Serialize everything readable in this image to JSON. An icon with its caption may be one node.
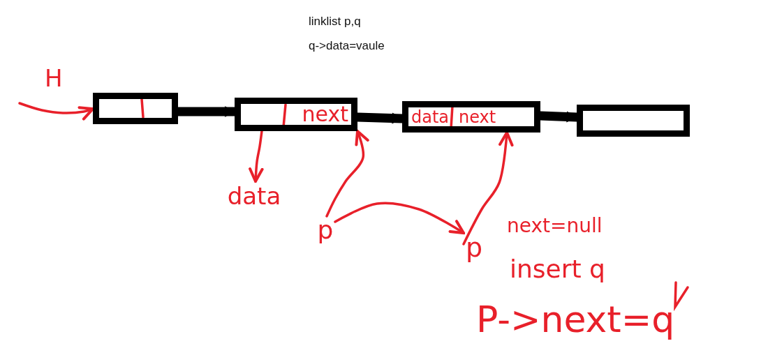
{
  "diagram": {
    "nodes": [
      {
        "text": [],
        "shape": "box"
      },
      {
        "text": [
          "next"
        ]
      },
      {
        "text": [
          "data",
          "next"
        ]
      },
      {
        "text": [],
        "shape": "box"
      },
      {
        "text": [
          "data"
        ]
      },
      {
        "text": [
          "p"
        ]
      },
      {
        "text": [
          "p"
        ]
      }
    ],
    "edges": [
      {
        "from": null,
        "to": 0,
        "arrow": "to"
      },
      {
        "from": 0,
        "to": 1,
        "arrow": "to",
        "style": "thick",
        "color": "#000000"
      },
      {
        "from": 1,
        "to": 2,
        "arrow": "to",
        "style": "thick",
        "color": "#000000"
      },
      {
        "from": 2,
        "to": 3,
        "arrow": "to",
        "style": "thick",
        "color": "#000000"
      },
      {
        "from": 1,
        "to": 4,
        "arrow": "to"
      },
      {
        "from": 5,
        "to": 1,
        "arrow": "to"
      },
      {
        "from": 5,
        "to": 6,
        "arrow": "to"
      },
      {
        "from": 6,
        "to": 2,
        "arrow": "to"
      }
    ],
    "labels": [
      "linklist p,q",
      "q->data=vaule",
      "H",
      "next=null",
      "insert q",
      "P->next=q"
    ]
  }
}
